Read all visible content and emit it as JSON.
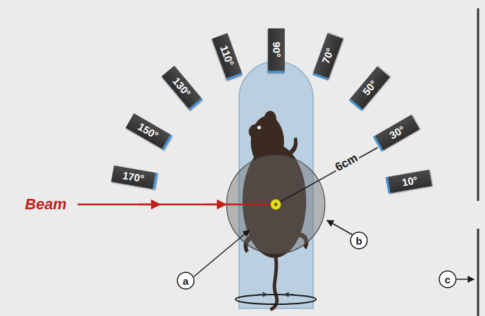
{
  "diagram": {
    "nodes": [
      {
        "text": [
          "170°"
        ]
      },
      {
        "text": [
          "150°"
        ]
      },
      {
        "text": [
          "130°"
        ]
      },
      {
        "text": [
          "110°"
        ]
      },
      {
        "text": [
          "90°"
        ]
      },
      {
        "text": [
          "70°"
        ]
      },
      {
        "text": [
          "50°"
        ]
      },
      {
        "text": [
          "30°"
        ]
      },
      {
        "text": [
          "10°"
        ]
      }
    ],
    "edges": [],
    "labels": [
      "Beam",
      "6cm",
      "a",
      "b",
      "c"
    ]
  }
}
